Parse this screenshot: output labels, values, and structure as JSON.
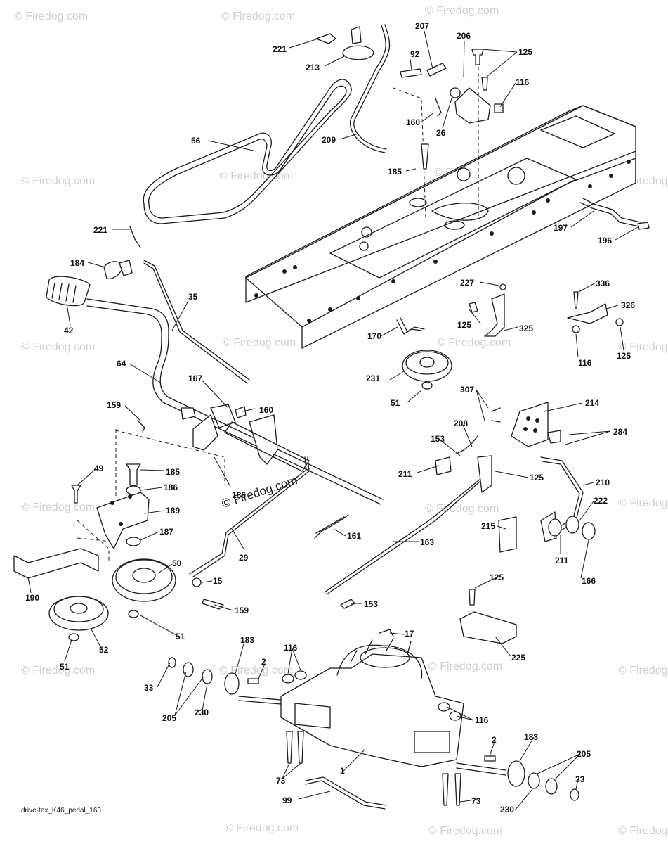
{
  "caption": "drive-tex_K46_pedal_163",
  "copyright": "© Firedog.com",
  "watermark": "© Firedog.com",
  "accent_color": "#1a1a1a",
  "callouts": [
    {
      "id": "221-top",
      "label": "221"
    },
    {
      "id": "213",
      "label": "213"
    },
    {
      "id": "207",
      "label": "207"
    },
    {
      "id": "92",
      "label": "92"
    },
    {
      "id": "206",
      "label": "206"
    },
    {
      "id": "125-top",
      "label": "125"
    },
    {
      "id": "116-top",
      "label": "116"
    },
    {
      "id": "160-top",
      "label": "160"
    },
    {
      "id": "26",
      "label": "26"
    },
    {
      "id": "56",
      "label": "56"
    },
    {
      "id": "209",
      "label": "209"
    },
    {
      "id": "185-top",
      "label": "185"
    },
    {
      "id": "221-mid",
      "label": "221"
    },
    {
      "id": "197",
      "label": "197"
    },
    {
      "id": "196",
      "label": "196"
    },
    {
      "id": "184",
      "label": "184"
    },
    {
      "id": "35",
      "label": "35"
    },
    {
      "id": "227",
      "label": "227"
    },
    {
      "id": "336",
      "label": "336"
    },
    {
      "id": "42",
      "label": "42"
    },
    {
      "id": "125-a",
      "label": "125"
    },
    {
      "id": "326",
      "label": "326"
    },
    {
      "id": "170",
      "label": "170"
    },
    {
      "id": "325",
      "label": "325"
    },
    {
      "id": "116-b",
      "label": "116"
    },
    {
      "id": "125-b",
      "label": "125"
    },
    {
      "id": "64",
      "label": "64"
    },
    {
      "id": "231",
      "label": "231"
    },
    {
      "id": "167",
      "label": "167"
    },
    {
      "id": "51-a",
      "label": "51"
    },
    {
      "id": "307",
      "label": "307"
    },
    {
      "id": "214",
      "label": "214"
    },
    {
      "id": "159-a",
      "label": "159"
    },
    {
      "id": "160-b",
      "label": "160"
    },
    {
      "id": "284",
      "label": "284"
    },
    {
      "id": "208",
      "label": "208"
    },
    {
      "id": "153-a",
      "label": "153"
    },
    {
      "id": "49",
      "label": "49"
    },
    {
      "id": "185-b",
      "label": "185"
    },
    {
      "id": "211-a",
      "label": "211"
    },
    {
      "id": "125-c",
      "label": "125"
    },
    {
      "id": "210",
      "label": "210"
    },
    {
      "id": "186-a",
      "label": "186"
    },
    {
      "id": "186-b",
      "label": "186"
    },
    {
      "id": "222",
      "label": "222"
    },
    {
      "id": "189",
      "label": "189"
    },
    {
      "id": "215",
      "label": "215"
    },
    {
      "id": "187",
      "label": "187"
    },
    {
      "id": "161",
      "label": "161"
    },
    {
      "id": "163",
      "label": "163"
    },
    {
      "id": "50",
      "label": "50"
    },
    {
      "id": "29",
      "label": "29"
    },
    {
      "id": "211-b",
      "label": "211"
    },
    {
      "id": "166",
      "label": "166"
    },
    {
      "id": "15",
      "label": "15"
    },
    {
      "id": "125-d",
      "label": "125"
    },
    {
      "id": "190",
      "label": "190"
    },
    {
      "id": "159-b",
      "label": "159"
    },
    {
      "id": "153-b",
      "label": "153"
    },
    {
      "id": "51-b",
      "label": "51"
    },
    {
      "id": "52",
      "label": "52"
    },
    {
      "id": "51-c",
      "label": "51"
    },
    {
      "id": "17",
      "label": "17"
    },
    {
      "id": "225",
      "label": "225"
    },
    {
      "id": "183-a",
      "label": "183"
    },
    {
      "id": "116-c",
      "label": "116"
    },
    {
      "id": "2-a",
      "label": "2"
    },
    {
      "id": "33-a",
      "label": "33"
    },
    {
      "id": "205-a",
      "label": "205"
    },
    {
      "id": "230-a",
      "label": "230"
    },
    {
      "id": "116-d",
      "label": "116"
    },
    {
      "id": "2-b",
      "label": "2"
    },
    {
      "id": "183-b",
      "label": "183"
    },
    {
      "id": "1",
      "label": "1"
    },
    {
      "id": "205-b",
      "label": "205"
    },
    {
      "id": "73-a",
      "label": "73"
    },
    {
      "id": "33-b",
      "label": "33"
    },
    {
      "id": "99",
      "label": "99"
    },
    {
      "id": "73-b",
      "label": "73"
    },
    {
      "id": "230-b",
      "label": "230"
    }
  ]
}
